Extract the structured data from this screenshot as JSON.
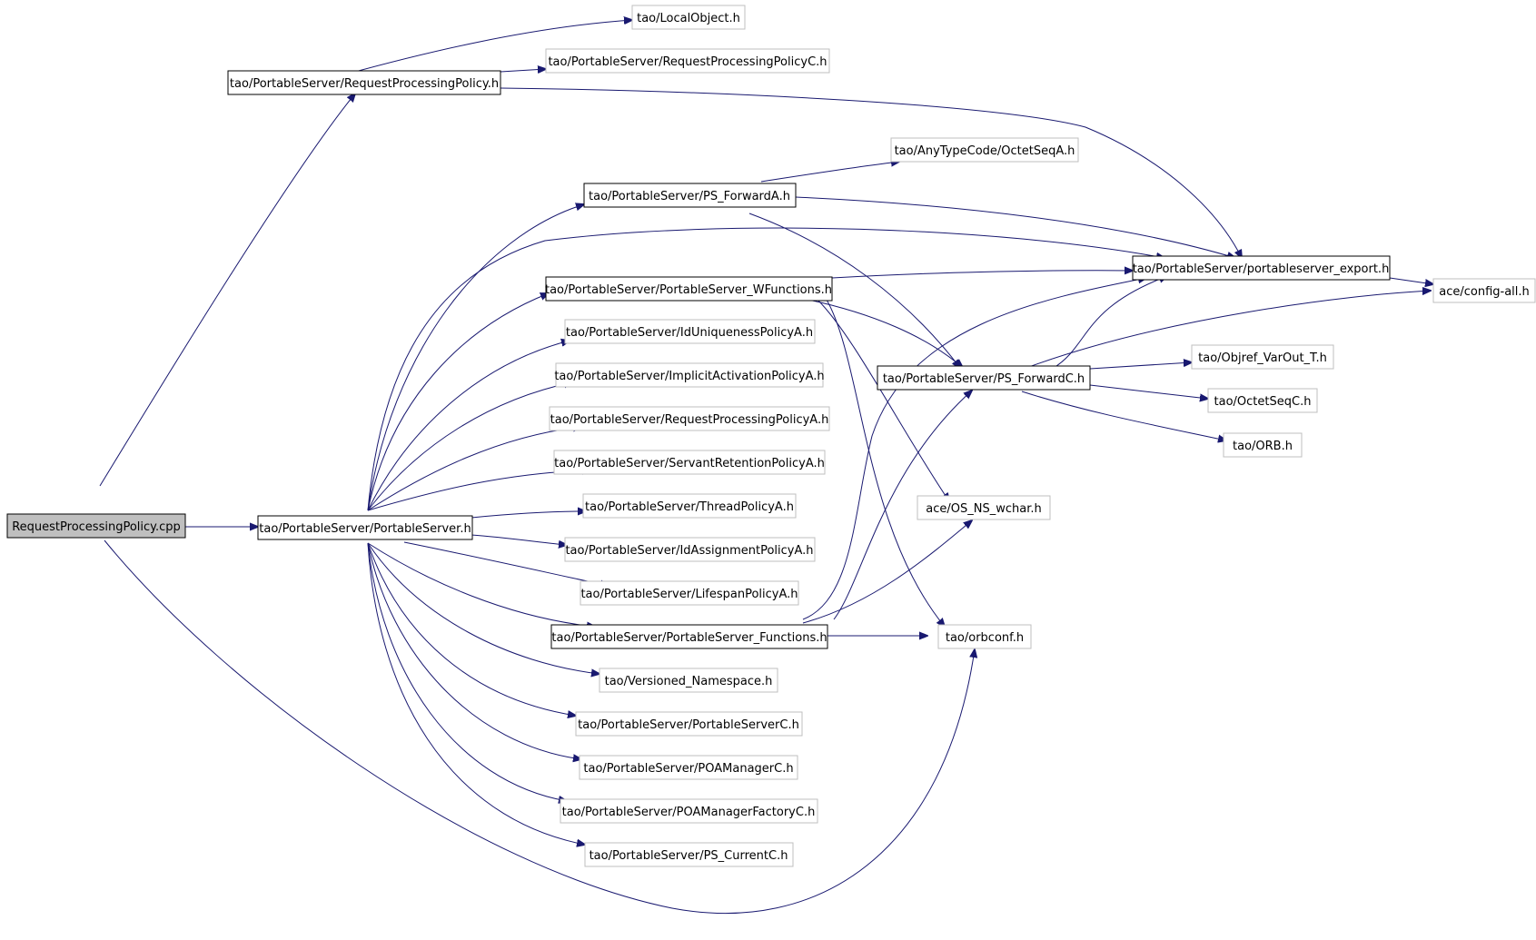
{
  "nodes": {
    "root": "RequestProcessingPolicy.cpp",
    "rpp_h": "tao/PortableServer/RequestProcessingPolicy.h",
    "localobject": "tao/LocalObject.h",
    "rppc": "tao/PortableServer/RequestProcessingPolicyC.h",
    "octetseqa": "tao/AnyTypeCode/OctetSeqA.h",
    "psfa": "tao/PortableServer/PS_ForwardA.h",
    "export": "tao/PortableServer/portableserver_export.h",
    "wfunc": "tao/PortableServer/PortableServer_WFunctions.h",
    "configall": "ace/config-all.h",
    "iduniq": "tao/PortableServer/IdUniquenessPolicyA.h",
    "objref": "tao/Objref_VarOut_T.h",
    "implicit": "tao/PortableServer/ImplicitActivationPolicyA.h",
    "psfc": "tao/PortableServer/PS_ForwardC.h",
    "octetseqc": "tao/OctetSeqC.h",
    "rppa": "tao/PortableServer/RequestProcessingPolicyA.h",
    "orb": "tao/ORB.h",
    "servant": "tao/PortableServer/ServantRetentionPolicyA.h",
    "thread": "tao/PortableServer/ThreadPolicyA.h",
    "wchar": "ace/OS_NS_wchar.h",
    "ps_h": "tao/PortableServer/PortableServer.h",
    "idassign": "tao/PortableServer/IdAssignmentPolicyA.h",
    "lifespan": "tao/PortableServer/LifespanPolicyA.h",
    "func": "tao/PortableServer/PortableServer_Functions.h",
    "orbconf": "tao/orbconf.h",
    "versioned": "tao/Versioned_Namespace.h",
    "psc": "tao/PortableServer/PortableServerC.h",
    "poamgr": "tao/PortableServer/POAManagerC.h",
    "poamgrfac": "tao/PortableServer/POAManagerFactoryC.h",
    "pscurrent": "tao/PortableServer/PS_CurrentC.h"
  },
  "colors": {
    "edge": "#191970",
    "root_fill": "#bfbfbf",
    "documented_border": "#000000",
    "undocumented_border": "#bfbfbf"
  }
}
